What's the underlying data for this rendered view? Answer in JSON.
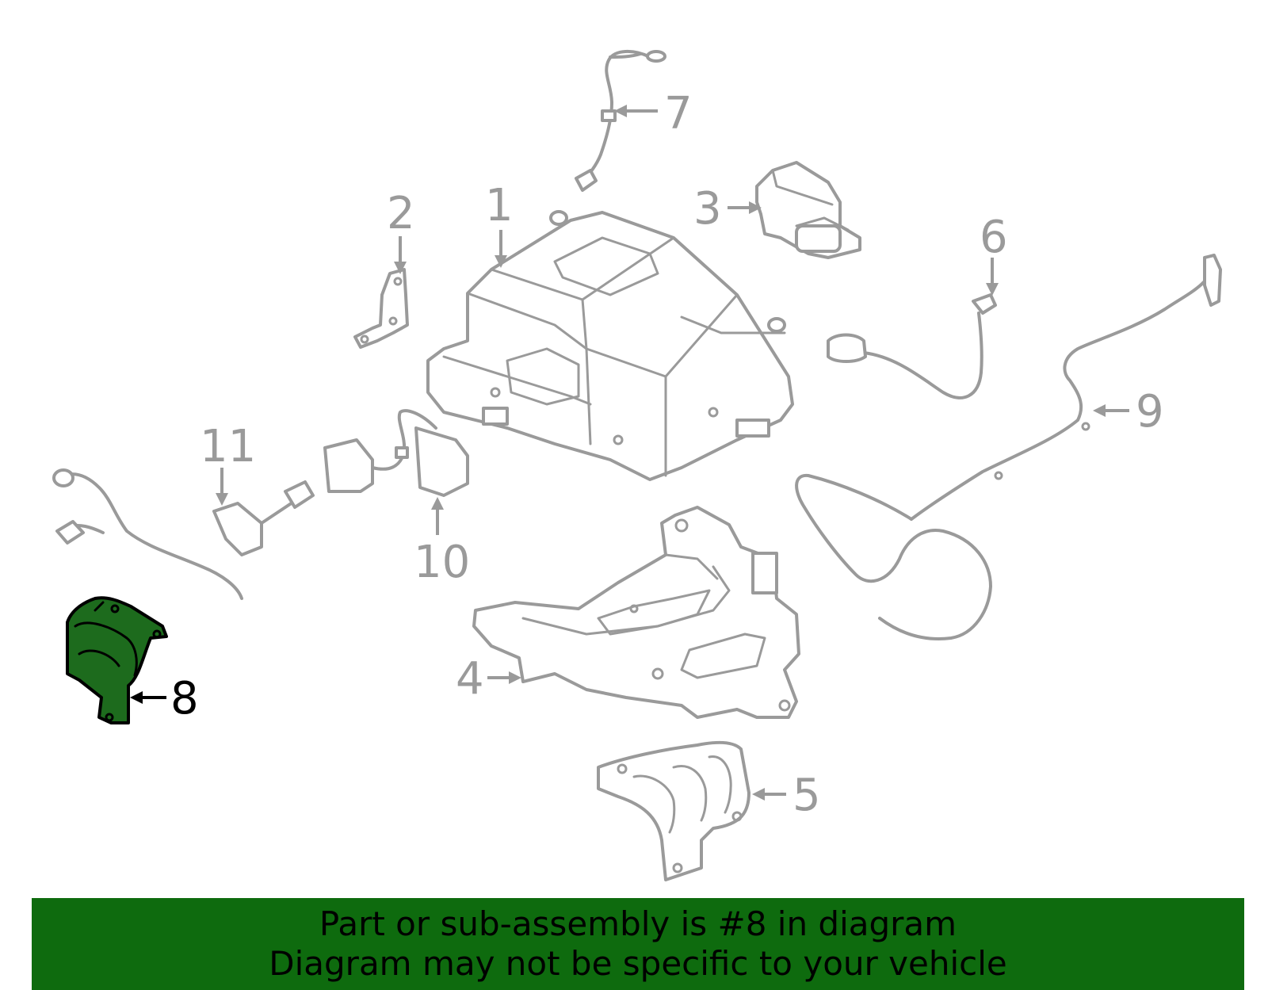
{
  "diagram": {
    "callouts": [
      {
        "id": "1",
        "label": "1"
      },
      {
        "id": "2",
        "label": "2"
      },
      {
        "id": "3",
        "label": "3"
      },
      {
        "id": "4",
        "label": "4"
      },
      {
        "id": "5",
        "label": "5"
      },
      {
        "id": "6",
        "label": "6"
      },
      {
        "id": "7",
        "label": "7"
      },
      {
        "id": "8",
        "label": "8"
      },
      {
        "id": "9",
        "label": "9"
      },
      {
        "id": "10",
        "label": "10"
      },
      {
        "id": "11",
        "label": "11"
      }
    ],
    "highlighted_part": "8",
    "colors": {
      "line_art": "#9a9a9a",
      "highlight_fill": "#1d6b1d",
      "highlight_outline": "#000000",
      "banner_bg": "#0e6b0e",
      "banner_text": "#000000"
    }
  },
  "banner": {
    "line1": "Part or sub-assembly is #8 in diagram",
    "line2": "Diagram may not be specific to your vehicle"
  }
}
